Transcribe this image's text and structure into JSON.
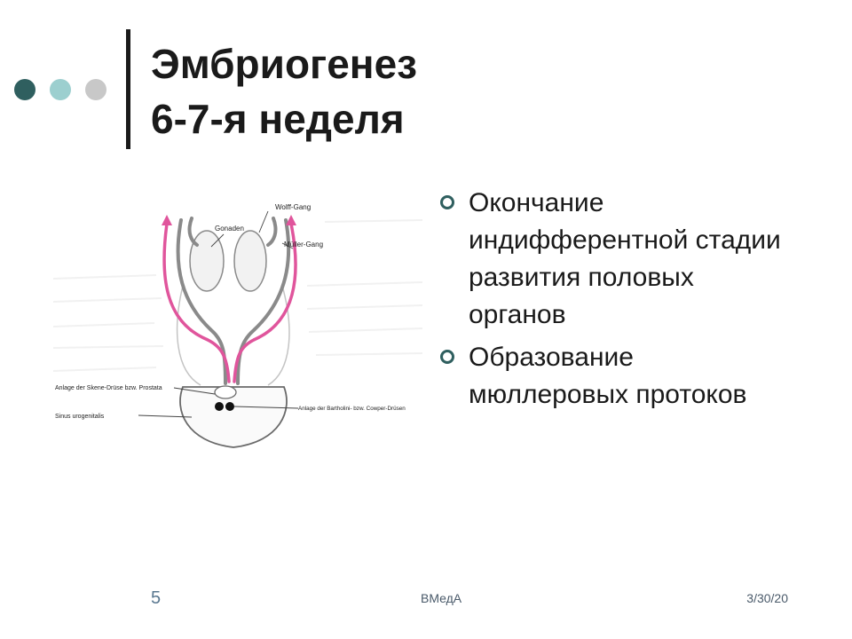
{
  "colors": {
    "dot_dark": "#2f5f5f",
    "dot_mid": "#9ccfcf",
    "dot_light": "#c8c8c8",
    "bullet_ring": "#2f5f5f",
    "mueller_duct": "#e0559c",
    "wolff_duct": "#8a8a8a"
  },
  "title": {
    "line1": "Эмбриогенез",
    "line2": "6-7-я неделя"
  },
  "figure": {
    "labels": {
      "wolff": "Wolff-Gang",
      "gonaden": "Gonaden",
      "mueller": "Müller-Gang",
      "skene": "Anlage der Skene-Drüse bzw. Prostata",
      "bartholini": "Anlage der Bartholini- bzw. Cowper-Drüsen",
      "sinus": "Sinus urogenitalis"
    }
  },
  "bullets": [
    {
      "icon": "ring-bullet-icon",
      "text": "Окончание индифферентной стадии развития половых органов"
    },
    {
      "icon": "ring-bullet-icon",
      "text": "Образование мюллеровых протоков"
    }
  ],
  "footer": {
    "page_number": "5",
    "center": "ВМедА",
    "date": "3/30/20"
  }
}
